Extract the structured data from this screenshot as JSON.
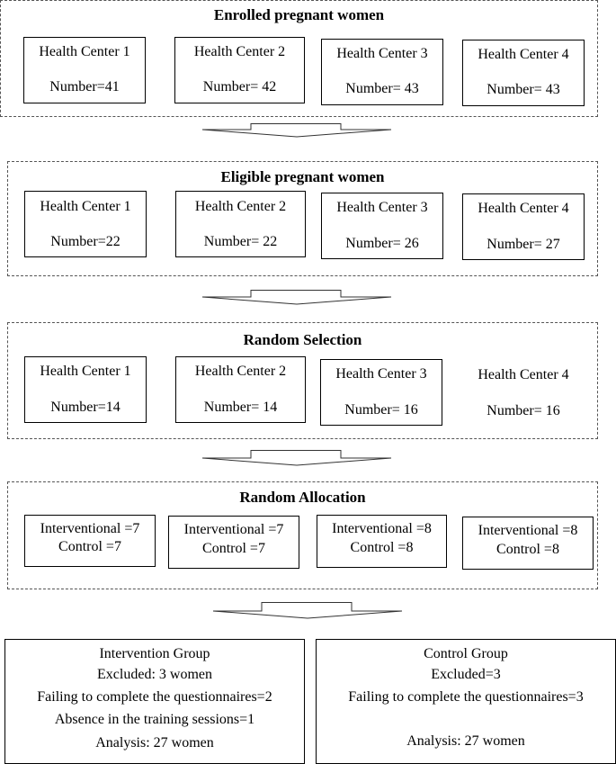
{
  "stages": [
    {
      "title": "Enrolled pregnant women",
      "boxes": [
        {
          "name": "Health Center 1",
          "value": "Number=41"
        },
        {
          "name": "Health Center 2",
          "value": "Number= 42"
        },
        {
          "name": "Health Center 3",
          "value": "Number= 43"
        },
        {
          "name": "Health Center 4",
          "value": "Number= 43"
        }
      ]
    },
    {
      "title": "Eligible pregnant women",
      "boxes": [
        {
          "name": "Health Center 1",
          "value": "Number=22"
        },
        {
          "name": "Health Center 2",
          "value": "Number= 22"
        },
        {
          "name": "Health Center 3",
          "value": "Number= 26"
        },
        {
          "name": "Health Center 4",
          "value": "Number= 27"
        }
      ]
    },
    {
      "title": "Random Selection",
      "boxes": [
        {
          "name": "Health Center 1",
          "value": "Number=14"
        },
        {
          "name": "Health Center 2",
          "value": "Number= 14"
        },
        {
          "name": "Health Center 3",
          "value": "Number= 16"
        },
        {
          "name": "Health Center 4",
          "value": "Number= 16"
        }
      ]
    },
    {
      "title": "Random Allocation",
      "boxes": [
        {
          "name": "Interventional =7",
          "value": "Control =7"
        },
        {
          "name": "Interventional =7",
          "value": "Control =7"
        },
        {
          "name": "Interventional =8",
          "value": "Control =8"
        },
        {
          "name": "Interventional =8",
          "value": "Control =8"
        }
      ]
    }
  ],
  "intervention_group": {
    "title": "Intervention Group",
    "excluded": "Excluded: 3 women",
    "reason1": "Failing to complete the questionnaires=2",
    "reason2": "Absence in the training sessions=1",
    "analysis": "Analysis: 27 women"
  },
  "control_group": {
    "title": "Control Group",
    "excluded": "Excluded=3",
    "reason1": "Failing to complete the questionnaires=3",
    "analysis": "Analysis: 27 women"
  }
}
